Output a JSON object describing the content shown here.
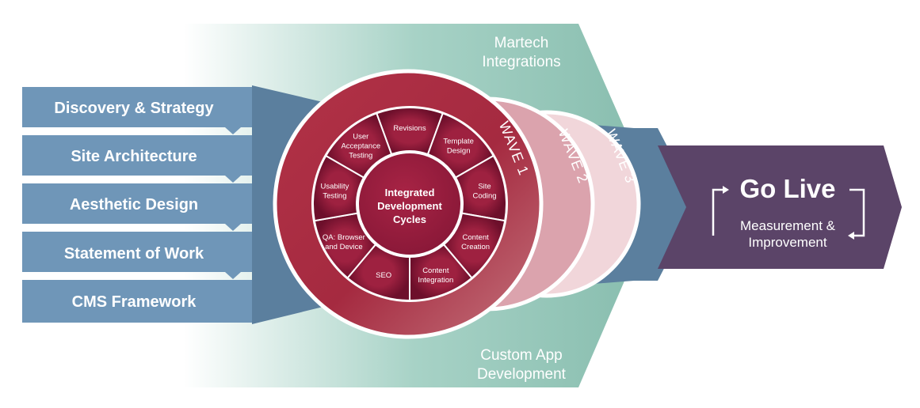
{
  "phases": [
    "Discovery & Strategy",
    "Site Architecture",
    "Aesthetic Design",
    "Statement of Work",
    "CMS Framework"
  ],
  "integrations": {
    "top": [
      "Martech",
      "Integrations"
    ],
    "bottom": [
      "Custom App",
      "Development"
    ]
  },
  "waves": [
    "WAVE 1",
    "WAVE 2",
    "WAVE 3"
  ],
  "center": [
    "Integrated",
    "Development",
    "Cycles"
  ],
  "cycle_segments": [
    [
      "Revisions"
    ],
    [
      "Template",
      "Design"
    ],
    [
      "Site",
      "Coding"
    ],
    [
      "Content",
      "Creation"
    ],
    [
      "Content",
      "Integration"
    ],
    [
      "SEO"
    ],
    [
      "QA: Browser",
      "and Device"
    ],
    [
      "Usability",
      "Testing"
    ],
    [
      "User",
      "Acceptance",
      "Testing"
    ]
  ],
  "go_live": {
    "title": "Go Live",
    "subtitle": [
      "Measurement &",
      "Improvement"
    ]
  },
  "colors": {
    "phase_box": "#6f96b8",
    "steel_arrow": "#5b7f9e",
    "teal": "#8cbfb1",
    "wave1_ring": "#b5404f",
    "wave1_segments": "#7a1230",
    "wave2": "#dba3ad",
    "wave3": "#f1d6da",
    "go_live": "#5b4468"
  }
}
